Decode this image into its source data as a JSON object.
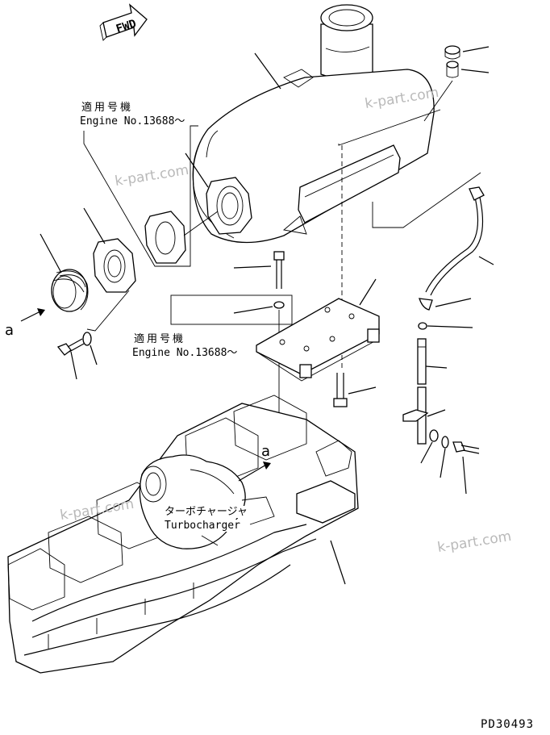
{
  "drawing": {
    "fwd_label": "FWD",
    "serial_note_top": {
      "line1": "適用号機",
      "line2": "Engine No.13688～"
    },
    "serial_note_mid": {
      "line1": "適用号機",
      "line2": "Engine No.13688～"
    },
    "turbocharger": {
      "jp": "ターボチャージャ",
      "en": "Turbocharger"
    },
    "view_marker_left": "a",
    "view_marker_engine": "a",
    "drawing_code": "PD30493"
  },
  "watermarks": [
    "k-part.com",
    "k-part.com",
    "k-part.com",
    "k-part.com"
  ]
}
